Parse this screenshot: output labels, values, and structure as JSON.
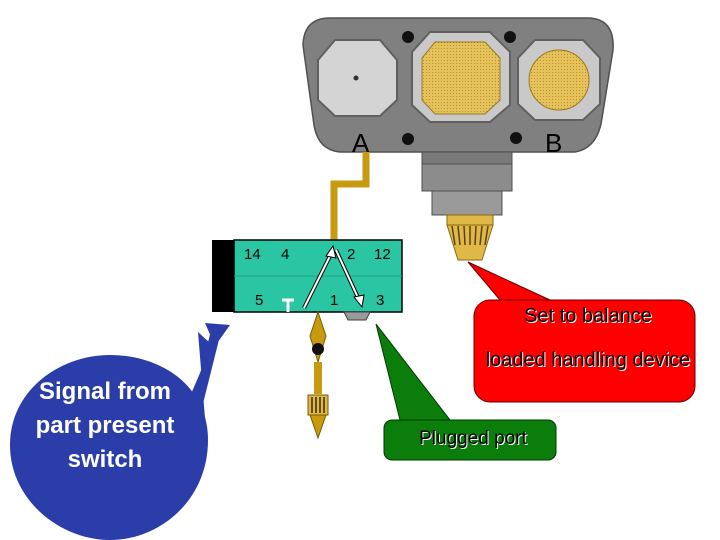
{
  "colors": {
    "manifold": "#808080",
    "valve_body": "#2ac5a3",
    "tubing": "#c89a10",
    "brass": "#e0b848",
    "signal_callout": "#2b3da8",
    "balance_callout": "#ff0000",
    "plugged_callout": "#0a7d0a"
  },
  "manifold": {
    "port_a_label": "A",
    "port_b_label": "B"
  },
  "valve": {
    "port_labels": {
      "p14": "14",
      "p4": "4",
      "p2": "2",
      "p12": "12",
      "p5": "5",
      "p1": "1",
      "p3": "3"
    }
  },
  "callouts": {
    "signal": "Signal from part present switch",
    "balance_line1": "Set to balance",
    "balance_line2": "loaded handling device",
    "plugged": "Plugged port"
  }
}
